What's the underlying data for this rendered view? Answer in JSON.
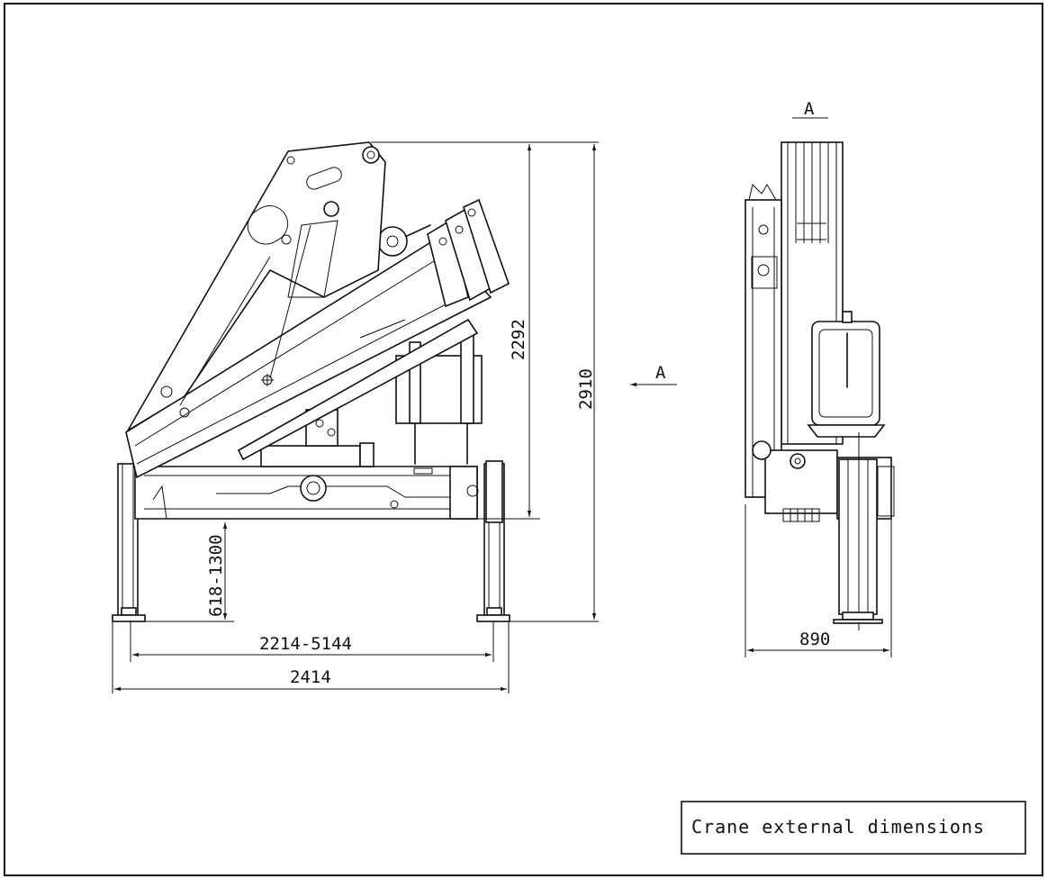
{
  "title_block": {
    "caption": "Crane external dimensions"
  },
  "side_view": {
    "dim_total_height": "2910",
    "dim_base_height": "2292",
    "dim_leg_extension": "618-1300",
    "dim_outrigger_span": "2214-5144",
    "dim_overall_width": "2414",
    "section_marker": "A"
  },
  "front_view": {
    "dim_width": "890",
    "section_marker": "A"
  }
}
